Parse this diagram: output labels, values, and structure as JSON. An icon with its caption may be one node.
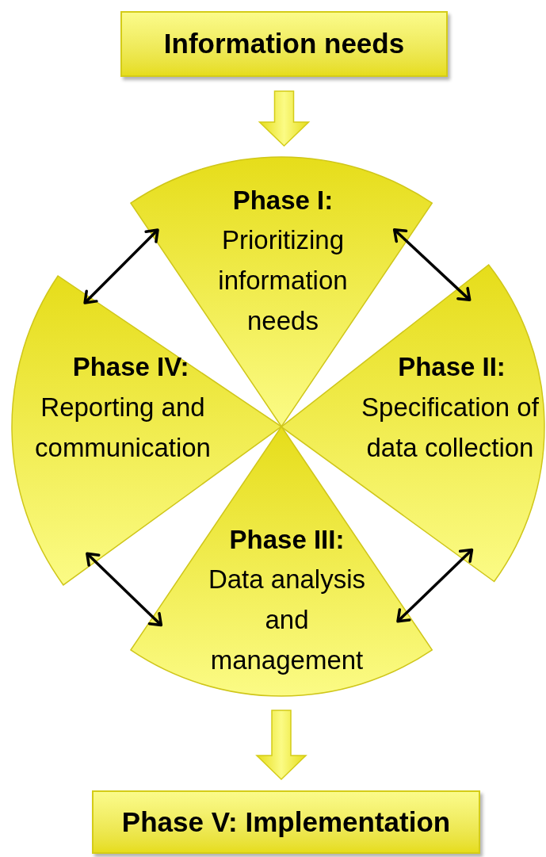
{
  "diagram": {
    "nodes": [
      {
        "text": [
          "Information needs"
        ]
      },
      {
        "text": [
          "Phase I:",
          "Prioritizing information needs"
        ]
      },
      {
        "text": [
          "Phase II:",
          "Specification of data collection"
        ]
      },
      {
        "text": [
          "Phase III:",
          "Data analysis and management"
        ]
      },
      {
        "text": [
          "Phase IV:",
          "Reporting and communication"
        ]
      },
      {
        "text": [
          "Phase V: Implementation"
        ]
      }
    ],
    "edges": [
      {
        "from": 0,
        "to": 1,
        "arrow": "to",
        "style": "thick"
      },
      {
        "from": 1,
        "to": 2,
        "arrow": "both"
      },
      {
        "from": 2,
        "to": 3,
        "arrow": "both"
      },
      {
        "from": 3,
        "to": 4,
        "arrow": "both"
      },
      {
        "from": 4,
        "to": 1,
        "arrow": "both"
      },
      {
        "from": 3,
        "to": 5,
        "arrow": "to",
        "style": "thick"
      }
    ]
  }
}
